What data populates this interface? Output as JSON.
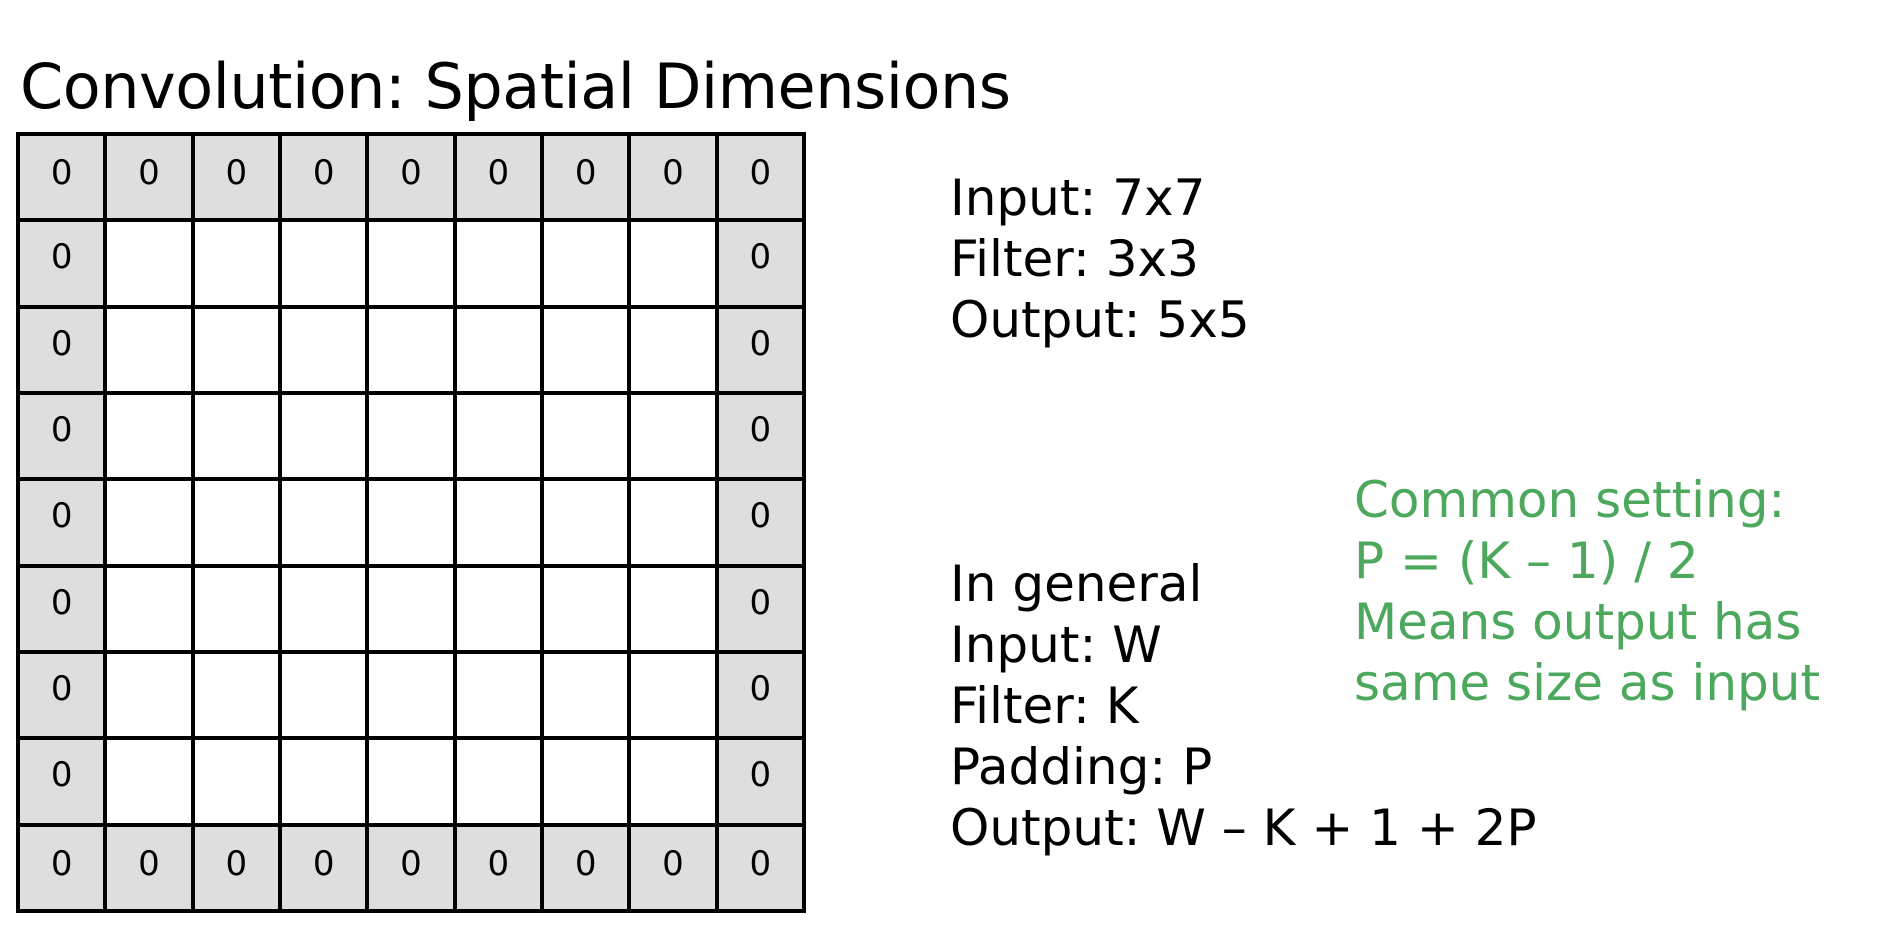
{
  "slide": {
    "title": "Convolution: Spatial Dimensions",
    "background_color": "#ffffff",
    "text_color": "#000000",
    "accent_color": "#4CA85C"
  },
  "grid": {
    "name": "zero-padded-input-grid",
    "columns": 9,
    "rows": 9,
    "pad_value": "0",
    "pad_fill_color": "#dedede",
    "interior_fill_color": "#ffffff",
    "border_color": "#000000",
    "cells": [
      [
        "0",
        "0",
        "0",
        "0",
        "0",
        "0",
        "0",
        "0",
        "0"
      ],
      [
        "0",
        "",
        "",
        "",
        "",
        "",
        "",
        "",
        "0"
      ],
      [
        "0",
        "",
        "",
        "",
        "",
        "",
        "",
        "",
        "0"
      ],
      [
        "0",
        "",
        "",
        "",
        "",
        "",
        "",
        "",
        "0"
      ],
      [
        "0",
        "",
        "",
        "",
        "",
        "",
        "",
        "",
        "0"
      ],
      [
        "0",
        "",
        "",
        "",
        "",
        "",
        "",
        "",
        "0"
      ],
      [
        "0",
        "",
        "",
        "",
        "",
        "",
        "",
        "",
        "0"
      ],
      [
        "0",
        "",
        "",
        "",
        "",
        "",
        "",
        "",
        "0"
      ],
      [
        "0",
        "0",
        "0",
        "0",
        "0",
        "0",
        "0",
        "0",
        "0"
      ]
    ]
  },
  "example_dims": {
    "lines": [
      "Input: 7x7",
      "Filter: 3x3",
      "Output: 5x5"
    ]
  },
  "general_case": {
    "lines": [
      "In general",
      "Input: W",
      "Filter: K",
      "Padding: P",
      "Output: W – K + 1 + 2P"
    ]
  },
  "common_setting": {
    "color": "#4CA85C",
    "lines": [
      "Common setting:",
      "P = (K – 1) / 2",
      "Means output has",
      "same size as input"
    ]
  }
}
